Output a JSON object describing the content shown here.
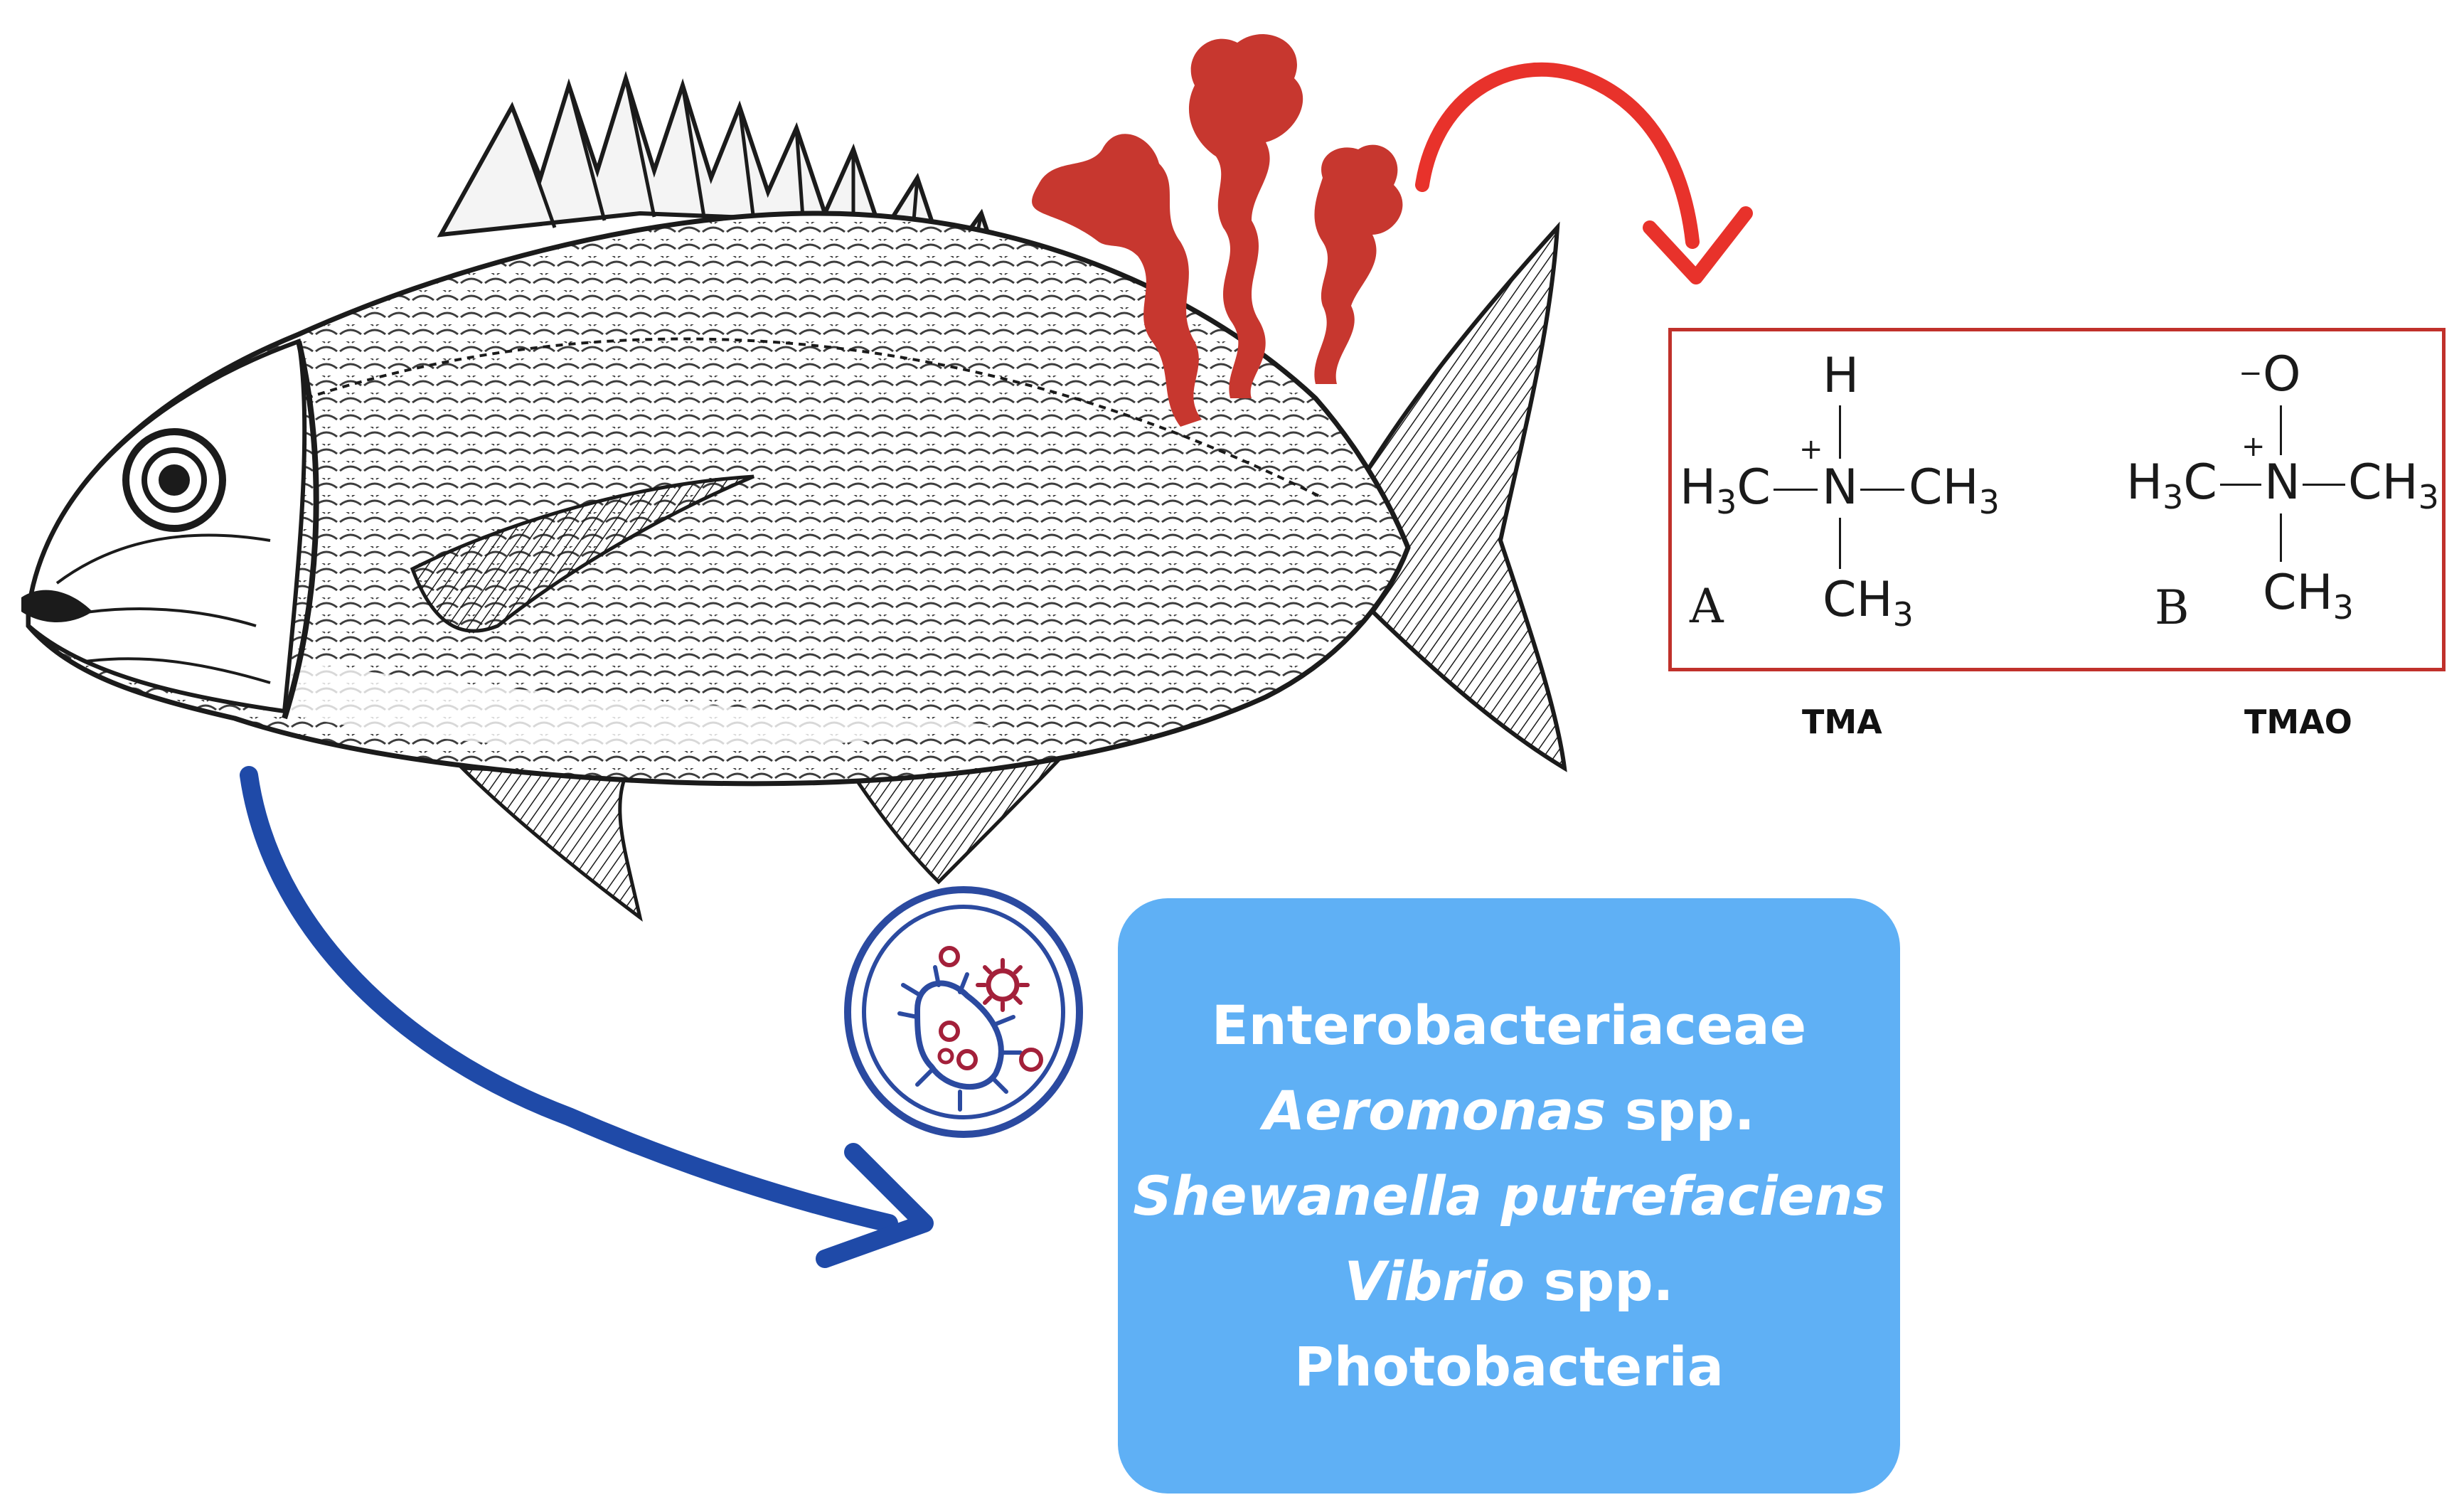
{
  "tma": {
    "caption": "TMA",
    "letter": "A",
    "left_group": "H",
    "left_sub": "3",
    "left_tail": "C",
    "center_atom": "N",
    "right_group": "CH",
    "right_sub": "3",
    "top_atom": "H",
    "bottom_group": "CH",
    "bottom_sub": "3",
    "charge": "+"
  },
  "tmao": {
    "caption": "TMAO",
    "letter": "B",
    "left_group": "H",
    "left_sub": "3",
    "left_tail": "C",
    "center_atom": "N",
    "right_group": "CH",
    "right_sub": "3",
    "top_atom": "O",
    "top_charge": "−",
    "bottom_group": "CH",
    "bottom_sub": "3",
    "charge": "+"
  },
  "bacteria": [
    {
      "italic": "",
      "plain": "Enterobacteriaceae"
    },
    {
      "italic": "Aeromonas",
      "plain": " spp."
    },
    {
      "italic": "Shewanella putrefaciens",
      "plain": ""
    },
    {
      "italic": "Vibrio",
      "plain": " spp."
    },
    {
      "italic": "",
      "plain": "Photobacteria"
    }
  ],
  "colors": {
    "odor_red": "#c7372f",
    "arrow_red": "#e8322b",
    "arrow_blue": "#1f4aa8",
    "box_blue": "#5fb0f5",
    "microbe_blue": "#2b4aa0",
    "microbe_red": "#a3203a",
    "fish_ink": "#1b1b1b"
  },
  "icons": [
    "fish-illustration",
    "odor-fumes-icon",
    "red-curved-arrow-icon",
    "blue-curved-arrow-icon",
    "petri-dish-bacteria-icon"
  ]
}
